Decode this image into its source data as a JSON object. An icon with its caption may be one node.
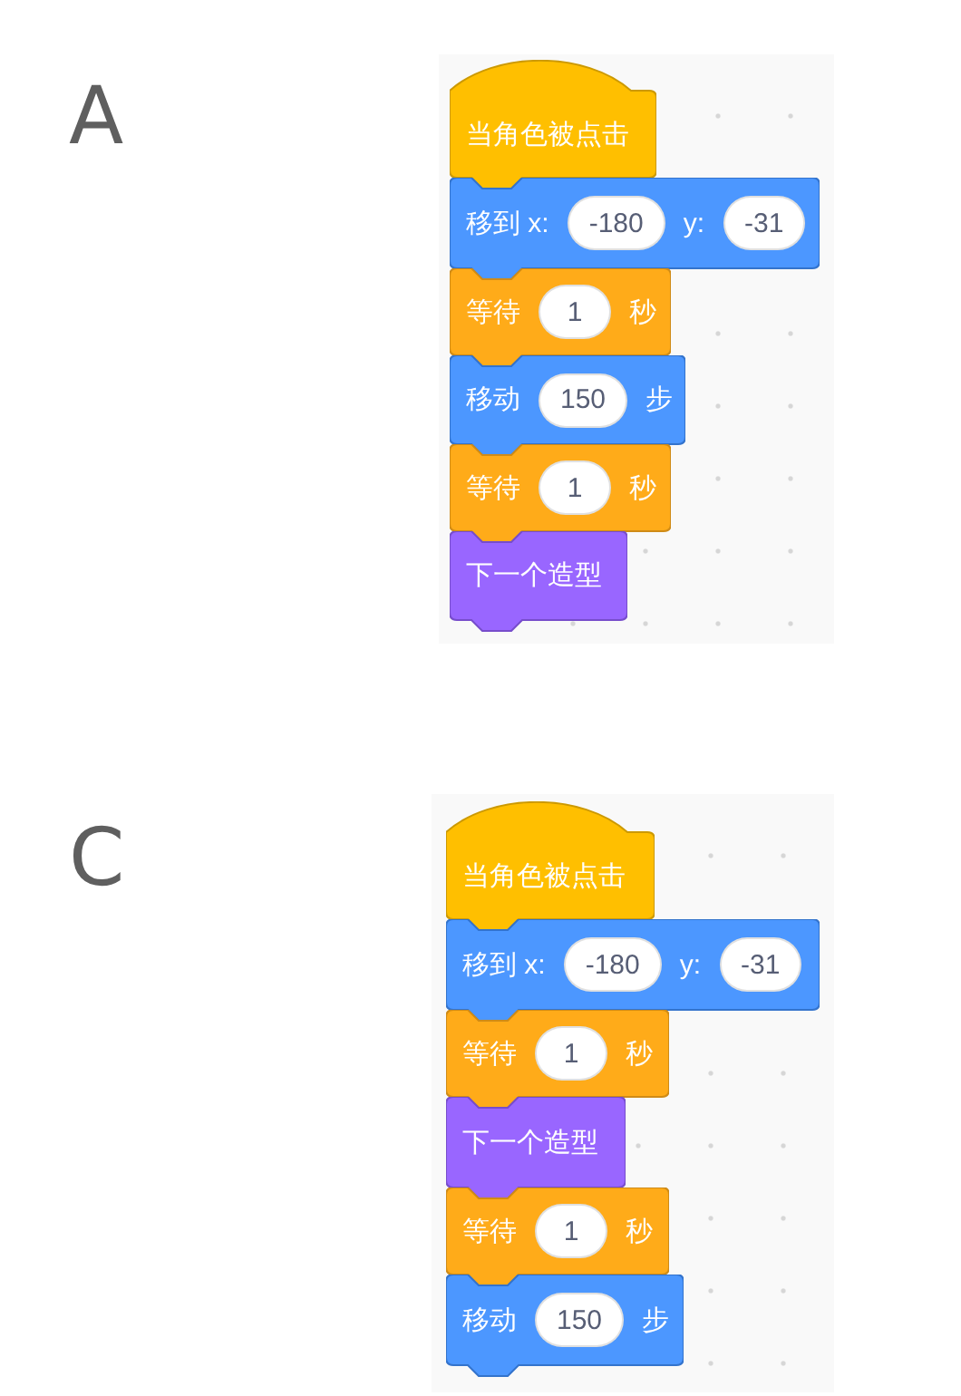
{
  "diagram": {
    "nodes": [
      {
        "text": [
          "当角色被点击"
        ]
      },
      {
        "text": [
          "移到 x:",
          "y:"
        ]
      },
      {
        "text": [
          "-180"
        ],
        "in": 1
      },
      {
        "text": [
          "-31"
        ],
        "in": 1
      },
      {
        "text": [
          "等待",
          "秒"
        ]
      },
      {
        "text": [
          "1"
        ],
        "in": 4
      },
      {
        "text": [
          "移动",
          "步"
        ]
      },
      {
        "text": [
          "150"
        ],
        "in": 6
      },
      {
        "text": [
          "等待",
          "秒"
        ]
      },
      {
        "text": [
          "1"
        ],
        "in": 8
      },
      {
        "text": [
          "下一个造型"
        ]
      },
      {
        "text": [
          "当角色被点击"
        ]
      },
      {
        "text": [
          "移到 x:",
          "y:"
        ]
      },
      {
        "text": [
          "-180"
        ],
        "in": 12
      },
      {
        "text": [
          "-31"
        ],
        "in": 12
      },
      {
        "text": [
          "等待",
          "秒"
        ]
      },
      {
        "text": [
          "1"
        ],
        "in": 15
      },
      {
        "text": [
          "下一个造型"
        ]
      },
      {
        "text": [
          "等待",
          "秒"
        ]
      },
      {
        "text": [
          "1"
        ],
        "in": 18
      },
      {
        "text": [
          "移动",
          "步"
        ]
      },
      {
        "text": [
          "150"
        ],
        "in": 20
      }
    ],
    "labels": [
      "A",
      "C"
    ]
  }
}
